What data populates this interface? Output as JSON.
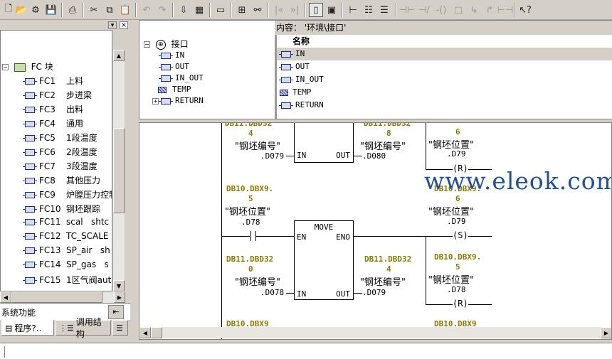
{
  "toolbar": {
    "buttons": [
      "new-icon",
      "open-icon",
      "accessible-nodes-icon",
      "save-icon",
      "print-icon",
      "cut-icon",
      "copy-icon",
      "paste-icon",
      "undo-icon",
      "redo-icon",
      "download-icon",
      "monitor-icon",
      "overview-icon",
      "network-icon",
      "reference-icon",
      "previous-icon",
      "next-icon",
      "lad-icon",
      "fbd-icon",
      "branch-icon",
      "contact-no-icon",
      "contact-nc-icon",
      "coil-icon",
      "open-branch-icon",
      "close-branch-icon",
      "connection-icon",
      "help-icon"
    ]
  },
  "left_panel": {
    "root_label": "FC 块",
    "items": [
      {
        "id": "FC1",
        "name": "上料"
      },
      {
        "id": "FC2",
        "name": "步进梁"
      },
      {
        "id": "FC3",
        "name": "出料"
      },
      {
        "id": "FC4",
        "name": "通用"
      },
      {
        "id": "FC5",
        "name": "1段温度"
      },
      {
        "id": "FC6",
        "name": "2段温度"
      },
      {
        "id": "FC7",
        "name": "3段温度"
      },
      {
        "id": "FC8",
        "name": "其他压力"
      },
      {
        "id": "FC9",
        "name": "炉膛压力控制"
      },
      {
        "id": "FC10",
        "name": "钢坯跟踪"
      },
      {
        "id": "FC11",
        "name": "scal   shtc"
      },
      {
        "id": "FC12",
        "name": "TC_SCALE"
      },
      {
        "id": "FC13",
        "name": "SP_air   sh"
      },
      {
        "id": "FC14",
        "name": "SP_gas   s"
      },
      {
        "id": "FC15",
        "name": "1区气阀aut"
      }
    ],
    "bottom_label": "系统功能",
    "tabs": [
      "程序?..",
      "调用结构"
    ]
  },
  "interface": {
    "header": "内容：  '环境\\接口'",
    "root": "接口",
    "tree": [
      "IN",
      "OUT",
      "IN_OUT",
      "TEMP",
      "RETURN"
    ],
    "table_header": "名称",
    "rows": [
      "IN",
      "OUT",
      "IN_OUT",
      "TEMP",
      "RETURN"
    ]
  },
  "ladder": {
    "net1": {
      "in_operand": "4",
      "in_symbol": "\"钢坯编号\"",
      "in_addr": ".D079",
      "out_operand": "8",
      "out_symbol": "\"钢坯编号\"",
      "out_addr": ".D080",
      "coil_operand": "6",
      "coil_symbol": "\"钢坯位置\"",
      "coil_addr": ".D79",
      "coil_type": "(R)",
      "pin_in": "IN",
      "pin_out": "OUT"
    },
    "net2": {
      "contact_operand": "DB10.DBX9.",
      "contact_operand2": "5",
      "contact_symbol": "\"钢坯位置\"",
      "contact_addr": ".D78",
      "box_title": "MOVE",
      "pin_en": "EN",
      "pin_eno": "ENO",
      "pin_in": "IN",
      "pin_out": "OUT",
      "in_operand": "DB11.DBD32",
      "in_operand2": "0",
      "in_symbol": "\"钢坯编号\"",
      "in_addr": ".D078",
      "out_operand": "DB11.DBD32",
      "out_operand2": "4",
      "out_symbol": "\"钢坯编号\"",
      "out_addr": ".D079",
      "set_operand": "DB10.DBX9.",
      "set_operand2": "6",
      "set_symbol": "\"钢坯位置\"",
      "set_addr": ".D79",
      "set_type": "(S)",
      "reset_operand": "DB10.DBX9.",
      "reset_operand2": "5",
      "reset_symbol": "\"钢坯位置\"",
      "reset_addr": ".D78",
      "reset_type": "(R)",
      "next_operand": "DB10.DBX9",
      "next_operand_right": "DB10.DBX9"
    },
    "watermark": "www.eleok.com"
  }
}
